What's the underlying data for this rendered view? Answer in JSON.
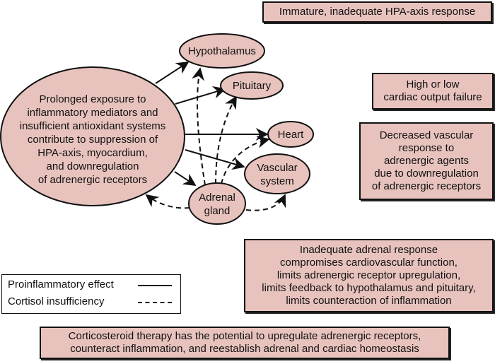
{
  "colors": {
    "fill": "#e8c3be",
    "stroke": "#111111",
    "background": "#ffffff"
  },
  "nodes": {
    "main": {
      "lines": [
        "Prolonged exposure to",
        "inflammatory mediators and",
        "insufficient antioxidant systems",
        "contribute to suppression of",
        "HPA-axis, myocardium,",
        "and downregulation",
        "of adrenergic receptors"
      ]
    },
    "hypothalamus": {
      "lines": [
        "Hypothalamus"
      ]
    },
    "pituitary": {
      "lines": [
        "Pituitary"
      ]
    },
    "heart": {
      "lines": [
        "Heart"
      ]
    },
    "vascular": {
      "lines": [
        "Vascular",
        "system"
      ]
    },
    "adrenal": {
      "lines": [
        "Adrenal",
        "gland"
      ]
    }
  },
  "boxes": {
    "hpa": {
      "lines": [
        "Immature, inadequate HPA-axis response"
      ]
    },
    "cardiac": {
      "lines": [
        "High or low",
        "cardiac output failure"
      ]
    },
    "vascular_response": {
      "lines": [
        "Decreased vascular",
        "response to",
        "adrenergic agents",
        "due to downregulation",
        "of adrenergic receptors"
      ]
    },
    "adrenal_response": {
      "lines": [
        "Inadequate adrenal response",
        "compromises cardiovascular function,",
        "limits adrenergic receptor upregulation,",
        "limits feedback to hypothalamus and pituitary,",
        "limits counteraction of inflammation"
      ]
    },
    "therapy": {
      "lines": [
        "Corticosteroid therapy has the potential to upregulate adrenergic receptors,",
        "counteract inflammation, and reestablish adrenal and cardiac homeostasis"
      ]
    }
  },
  "legend": {
    "items": [
      {
        "label": "Proinflammatory effect",
        "style": "solid"
      },
      {
        "label": "Cortisol insufficiency",
        "style": "dashed"
      }
    ]
  },
  "edges": [
    {
      "from": "main",
      "to": "hypothalamus",
      "style": "solid",
      "meaning": "Proinflammatory effect"
    },
    {
      "from": "main",
      "to": "pituitary",
      "style": "solid",
      "meaning": "Proinflammatory effect"
    },
    {
      "from": "main",
      "to": "heart",
      "style": "solid",
      "meaning": "Proinflammatory effect"
    },
    {
      "from": "main",
      "to": "vascular",
      "style": "solid",
      "meaning": "Proinflammatory effect"
    },
    {
      "from": "main",
      "to": "adrenal",
      "style": "solid",
      "meaning": "Proinflammatory effect"
    },
    {
      "from": "adrenal",
      "to": "hypothalamus",
      "style": "dashed",
      "meaning": "Cortisol insufficiency"
    },
    {
      "from": "adrenal",
      "to": "pituitary",
      "style": "dashed",
      "meaning": "Cortisol insufficiency"
    },
    {
      "from": "adrenal",
      "to": "heart",
      "style": "dashed",
      "meaning": "Cortisol insufficiency"
    },
    {
      "from": "adrenal",
      "to": "vascular",
      "style": "dashed",
      "meaning": "Cortisol insufficiency"
    },
    {
      "from": "adrenal",
      "to": "main",
      "style": "dashed",
      "meaning": "Cortisol insufficiency"
    }
  ]
}
